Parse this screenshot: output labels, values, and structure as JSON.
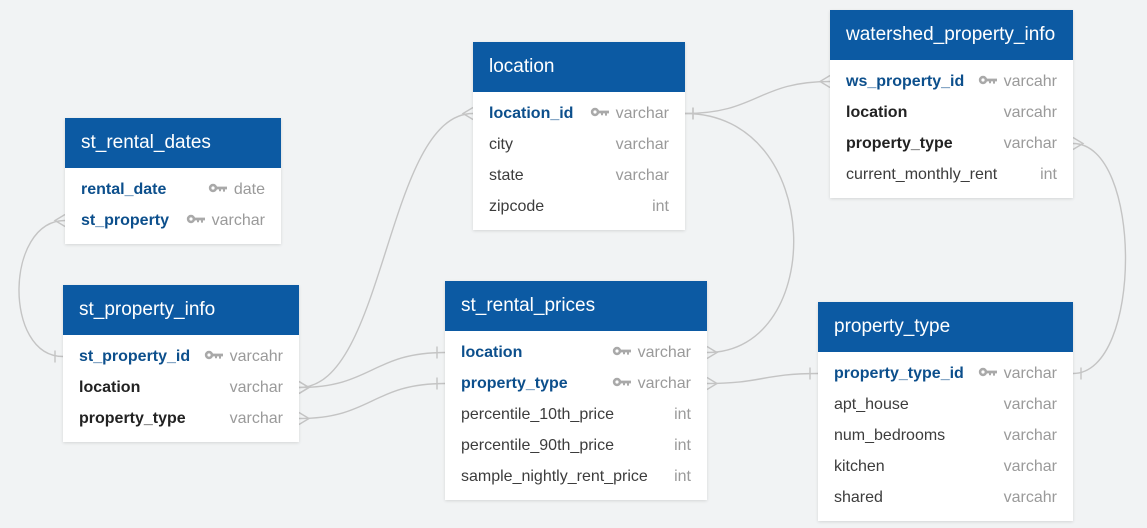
{
  "tables": [
    {
      "id": "st_rental_dates",
      "name": "st_rental_dates",
      "columns": [
        {
          "name": "rental_date",
          "type": "date",
          "key": true,
          "style": "pk"
        },
        {
          "name": "st_property",
          "type": "varchar",
          "key": true,
          "style": "pk"
        }
      ]
    },
    {
      "id": "st_property_info",
      "name": "st_property_info",
      "columns": [
        {
          "name": "st_property_id",
          "type": "varcahr",
          "key": true,
          "style": "pk"
        },
        {
          "name": "location",
          "type": "varchar",
          "key": false,
          "style": "bold"
        },
        {
          "name": "property_type",
          "type": "varchar",
          "key": false,
          "style": "bold"
        }
      ]
    },
    {
      "id": "location",
      "name": "location",
      "columns": [
        {
          "name": "location_id",
          "type": "varchar",
          "key": true,
          "style": "pk"
        },
        {
          "name": "city",
          "type": "varchar",
          "key": false,
          "style": "plain"
        },
        {
          "name": "state",
          "type": "varchar",
          "key": false,
          "style": "plain"
        },
        {
          "name": "zipcode",
          "type": "int",
          "key": false,
          "style": "plain"
        }
      ]
    },
    {
      "id": "st_rental_prices",
      "name": "st_rental_prices",
      "columns": [
        {
          "name": "location",
          "type": "varchar",
          "key": true,
          "style": "pk"
        },
        {
          "name": "property_type",
          "type": "varchar",
          "key": true,
          "style": "pk"
        },
        {
          "name": "percentile_10th_price",
          "type": "int",
          "key": false,
          "style": "plain"
        },
        {
          "name": "percentile_90th_price",
          "type": "int",
          "key": false,
          "style": "plain"
        },
        {
          "name": "sample_nightly_rent_price",
          "type": "int",
          "key": false,
          "style": "plain"
        }
      ]
    },
    {
      "id": "watershed_property_info",
      "name": "watershed_property_info",
      "columns": [
        {
          "name": "ws_property_id",
          "type": "varcahr",
          "key": true,
          "style": "pk"
        },
        {
          "name": "location",
          "type": "varcahr",
          "key": false,
          "style": "bold"
        },
        {
          "name": "property_type",
          "type": "varchar",
          "key": false,
          "style": "bold"
        },
        {
          "name": "current_monthly_rent",
          "type": "int",
          "key": false,
          "style": "plain"
        }
      ]
    },
    {
      "id": "property_type",
      "name": "property_type",
      "columns": [
        {
          "name": "property_type_id",
          "type": "varchar",
          "key": true,
          "style": "pk"
        },
        {
          "name": "apt_house",
          "type": "varchar",
          "key": false,
          "style": "plain"
        },
        {
          "name": "num_bedrooms",
          "type": "varchar",
          "key": false,
          "style": "plain"
        },
        {
          "name": "kitchen",
          "type": "varchar",
          "key": false,
          "style": "plain"
        },
        {
          "name": "shared",
          "type": "varcahr",
          "key": false,
          "style": "plain"
        }
      ]
    }
  ],
  "relationships": [
    {
      "from": "st_rental_dates.st_property",
      "to": "st_property_info.st_property_id",
      "from_card": "many",
      "to_card": "one"
    },
    {
      "from": "st_property_info.location",
      "to": "location.location_id",
      "from_card": "many",
      "to_card": "many"
    },
    {
      "from": "st_property_info.location",
      "to": "st_rental_prices.location",
      "from_card": "many",
      "to_card": "one"
    },
    {
      "from": "st_property_info.property_type",
      "to": "st_rental_prices.property_type",
      "from_card": "many",
      "to_card": "one"
    },
    {
      "from": "location.location_id",
      "to": "watershed_property_info.ws_property_id",
      "from_card": "one",
      "to_card": "many"
    },
    {
      "from": "location.location_id",
      "to": "st_rental_prices.location",
      "from_card": "one",
      "to_card": "many"
    },
    {
      "from": "st_rental_prices.property_type",
      "to": "property_type.property_type_id",
      "from_card": "many",
      "to_card": "one"
    },
    {
      "from": "watershed_property_info.property_type",
      "to": "property_type.property_type_id",
      "from_card": "many",
      "to_card": "one"
    }
  ],
  "colors": {
    "header": "#0c5aa3",
    "pk_text": "#0c4f8c",
    "type_text": "#9a9a9a",
    "connector": "#c4c4c4",
    "background": "#f1f3f4"
  }
}
